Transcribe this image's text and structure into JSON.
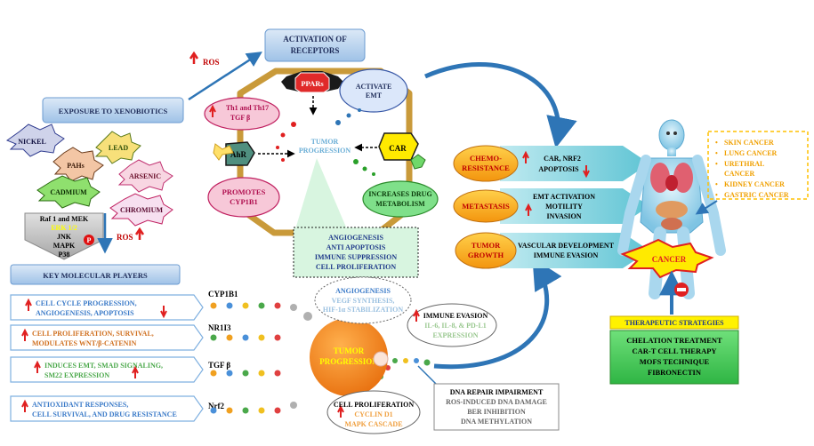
{
  "activation": {
    "line1": "ACTIVATION  OF",
    "line2": "RECEPTORS"
  },
  "ros_top": "ROS",
  "exposure": "EXPOSURE  TO XENOBIOTICS",
  "xenobiotics": [
    "NICKEL",
    "PAHs",
    "LEAD",
    "ARSENIC",
    "CADMIUM",
    "CHROMIUM"
  ],
  "kinase": {
    "raf": "Raf 1 and MEK",
    "erk": "ERK 1/2",
    "jnk": "JNK",
    "mapk": "MAPK",
    "p38": "P38",
    "p": "P"
  },
  "ros_left": "ROS",
  "receptors": {
    "ppars": "PPARs",
    "emt": [
      "ACTIVATE",
      "EMT"
    ],
    "th": [
      "Th1 and Th17",
      "TGF β"
    ],
    "ahr": "AhR",
    "car": "CAR",
    "tumor_prog": [
      "TUMOR",
      "PROGRESSION"
    ],
    "cyp": [
      "PROMOTES",
      "CYP1B1"
    ],
    "drug": [
      "INCREASES DRUG",
      "METABOLISM"
    ],
    "outcomes": [
      "ANGIOGENESIS",
      "ANTI APOPTOSIS",
      "IMMUNE  SUPPRESSION",
      "CELL  PROLIFERATION"
    ]
  },
  "effects": [
    {
      "label": [
        "CHEMO-",
        "RESISTANCE"
      ],
      "desc": [
        "CAR, NRF2",
        "APOPTOSIS"
      ]
    },
    {
      "label": [
        "METASTASIS"
      ],
      "desc": [
        "EMT ACTIVATION",
        "MOTILITY",
        "INVASION"
      ]
    },
    {
      "label": [
        "TUMOR",
        "GROWTH"
      ],
      "desc": [
        "VASCULAR DEVELOPMENT",
        "IMMUNE EVASION"
      ]
    }
  ],
  "cancers": [
    "SKIN CANCER",
    "LUNG  CANCER",
    "URETHRAL",
    "CANCER",
    "KIDNEY  CANCER",
    "GASTRIC CANCER"
  ],
  "cancer_burst": "CANCER",
  "therapeutic": {
    "title": "THERAPEUTIC  STRATEGIES",
    "items": [
      "CHELATION  TREATMENT",
      "CAR-T  CELL  THERAPY",
      "MOFS  TECHNIQUE",
      "FIBRONECTIN"
    ]
  },
  "key_players": "KEY  MOLECULAR  PLAYERS",
  "players": [
    {
      "gene": "CYP1B1",
      "lines": [
        "CELL CYCLE PROGRESSION,",
        "ANGIOGENESIS, APOPTOSIS"
      ]
    },
    {
      "gene": "NR1I3",
      "lines": [
        "CELL PROLIFERATION,  SURVIVAL,",
        "MODULATES WNT/β-CATENIN"
      ]
    },
    {
      "gene": "TGF β",
      "lines": [
        "INDUCES EMT, SMAD SIGNALING,",
        "SM22 EXPRESSION"
      ]
    },
    {
      "gene": "Nrf2",
      "lines": [
        "ANTIOXIDANT RESPONSES,",
        "CELL SURVIVAL, AND DRUG RESISTANCE"
      ]
    }
  ],
  "tumor_center": [
    "TUMOR",
    "PROGRESSION"
  ],
  "angio_bubble": [
    "ANGIOGENESIS",
    "VEGF SYNTHESIS,",
    "HIF-1α STABILIZATION"
  ],
  "immune_bubble": [
    "IMMUNE EVASION",
    "IL-6, IL-8, & PD-L1",
    "EXPRESSION"
  ],
  "cellprolif_bubble": [
    "CELL PROLIFERATION",
    "CYCLIN D1",
    "MAPK CASCADE"
  ],
  "dna_box": [
    "DNA REPAIR IMPAIRMENT",
    "ROS-INDUCED DNA DAMAGE",
    "BER INHIBITION",
    "DNA METHYLATION"
  ]
}
